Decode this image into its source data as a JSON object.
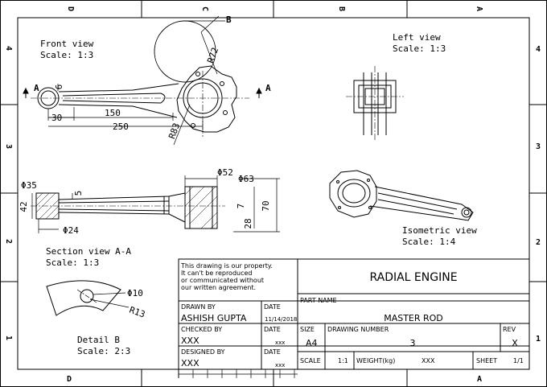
{
  "zones": {
    "top": [
      "D",
      "C",
      "B",
      "A"
    ],
    "bottom": [
      "D",
      "A"
    ],
    "left": [
      "4",
      "3",
      "2",
      "1"
    ],
    "right": [
      "4",
      "3",
      "2",
      "1"
    ]
  },
  "views": {
    "front": {
      "title": "Front view",
      "scale": "Scale:  1:3"
    },
    "left": {
      "title": "Left view",
      "scale": "Scale:  1:3"
    },
    "section": {
      "title": "Section view A-A",
      "scale": "Scale:  1:3"
    },
    "iso": {
      "title": "Isometric view",
      "scale": "Scale:  1:4"
    },
    "detail": {
      "title": "Detail B",
      "scale": "Scale:  2:3"
    }
  },
  "dimensions": {
    "section_a_left": "A",
    "section_a_right": "A",
    "detail_b": "B",
    "r72": "R72",
    "d6": "6",
    "d30": "30",
    "d150": "150",
    "d250": "250",
    "r83": "R83",
    "dia52": "Φ52",
    "dia63": "Φ63",
    "dia35": "Φ35",
    "d42": "42",
    "d5": "5",
    "d7": "7",
    "d70": "70",
    "d28": "28",
    "dia24": "Φ24",
    "dia10": "Φ10",
    "r13": "R13"
  },
  "title_block": {
    "notice": [
      "This drawing is our property.",
      "It can't be reproduced",
      "or communicated without",
      "our written agreement."
    ],
    "company": "RADIAL ENGINE",
    "drawn_by_label": "DRAWN BY",
    "drawn_by": "ASHISH GUPTA",
    "date_label": "DATE",
    "date_drawn": "11/14/2018",
    "checked_by_label": "CHECKED BY",
    "checked_by": "XXX",
    "date_checked": "xxx",
    "designed_by_label": "DESIGNED BY",
    "designed_by": "XXX",
    "date_designed": "xxx",
    "part_name_label": "PART NAME",
    "part_name": "MASTER ROD",
    "size_label": "SIZE",
    "size": "A4",
    "drawing_number_label": "DRAWING NUMBER",
    "drawing_number": "3",
    "rev_label": "REV",
    "rev": "X",
    "scale_label": "SCALE",
    "scale": "1:1",
    "weight_label": "WEIGHT(kg)",
    "weight": "XXX",
    "sheet_label": "SHEET",
    "sheet": "1/1"
  }
}
